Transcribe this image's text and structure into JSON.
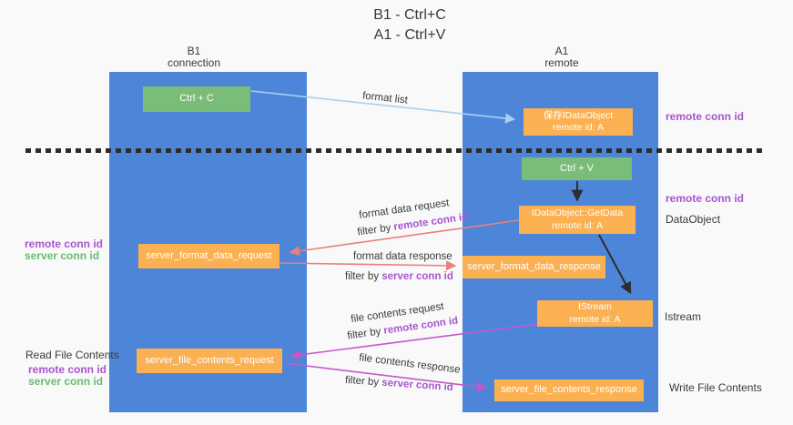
{
  "title": {
    "line1": "B1 - Ctrl+C",
    "line2": "A1 - Ctrl+V"
  },
  "lanes": {
    "left": {
      "name": "B1",
      "role": "connection"
    },
    "right": {
      "name": "A1",
      "role": "remote"
    }
  },
  "boxes": {
    "ctrl_c": "Ctrl + C",
    "ctrl_v": "Ctrl + V",
    "saved_idataobject": {
      "line1": "保存IDataObject",
      "line2": "remote id: A"
    },
    "getdata": {
      "line1": "IDataObject::GetData",
      "line2": "remote id: A"
    },
    "istream": {
      "line1": "IStream",
      "line2": "remote id: A"
    },
    "sfd_request": "server_format_data_request",
    "sfd_response": "server_format_data_response",
    "sfc_request": "server_file_contents_request",
    "sfc_response": "server_file_contents_response"
  },
  "side_labels": {
    "remote_conn_id_top": "remote conn id",
    "remote_conn_id_mid": "remote conn id",
    "dataobject": "DataObject",
    "istream": "Istream",
    "write_file_contents": "Write File Contents",
    "read_file_contents": "Read File Contents",
    "left_mid": {
      "remote": "remote conn id",
      "server": "server conn id"
    },
    "left_bottom": {
      "remote": "remote conn id",
      "server": "server conn id"
    }
  },
  "flow_labels": {
    "format_list": "format list",
    "format_data_request": "format data request",
    "format_data_response": "format data response",
    "file_contents_request": "file contents request",
    "file_contents_response": "file contents response",
    "filter_by": "filter by ",
    "remote_conn_id": "remote conn id",
    "server_conn_id": "server conn id"
  },
  "palette": {
    "bg": "#f9f9f9",
    "lane_blue": "#4d86d8",
    "box_orange": "#fbb051",
    "box_green": "#7abd78",
    "text_dark": "#3a3a3a",
    "purple": "#a855cc",
    "green_label": "#67bd71",
    "arrow_salmon": "#e8807d",
    "arrow_magenta": "#c557cb",
    "arrow_blue": "#a8d2f0",
    "arrow_black": "#2d2d2d",
    "dash": "#2b2b2b"
  }
}
